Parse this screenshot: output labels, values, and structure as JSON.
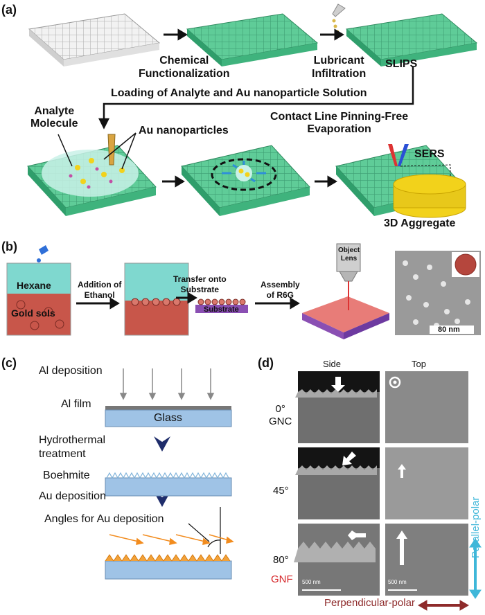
{
  "panel_a": {
    "label": "(a)",
    "step1": "Chemical\nFunctionalization",
    "step2": "Lubricant\nInfiltration",
    "slips": "SLIPS",
    "loading": "Loading of Analyte and Au nanoparticle Solution",
    "analyte": "Analyte\nMolecule",
    "au_np": "Au nanoparticles",
    "contact": "Contact Line Pinning-Free\nEvaporation",
    "sers": "SERS",
    "aggregate": "3D Aggregate"
  },
  "panel_b": {
    "label": "(b)",
    "hexane": "Hexane",
    "gold_sols": "Gold sols",
    "addition": "Addition of\nEthanol",
    "transfer": "Transfer onto\nSubstrate",
    "substrate": "Substrate",
    "assembly": "Assembly\nof R6G",
    "object_lens": "Object\nLens",
    "scale": "80 nm"
  },
  "panel_c": {
    "label": "(c)",
    "al_dep": "Al deposition",
    "al_film": "Al film",
    "glass": "Glass",
    "hydro": "Hydrothermal\ntreatment",
    "boehmite": "Boehmite",
    "au_dep": "Au deposition",
    "angles": "Angles for Au deposition"
  },
  "panel_d": {
    "label": "(d)",
    "side": "Side",
    "top": "Top",
    "row1": "0°\nGNC",
    "row2": "45°",
    "row3": "80°",
    "gnf": "GNF",
    "scale": "500 nm",
    "parallel": "Parallel-polar",
    "perpendicular": "Perpendicular-polar"
  },
  "colors": {
    "green": "#56c596",
    "cyan": "#7fd8cf",
    "gold": "#f2d21b",
    "hexane": "#7fd8cf",
    "gold_sol": "#c8564a",
    "navy": "#1f2d6b",
    "orange": "#f28c1e",
    "red_text": "#d6282b",
    "cyan_arrow": "#3fb7d9",
    "dark_red": "#8e2b2b"
  }
}
